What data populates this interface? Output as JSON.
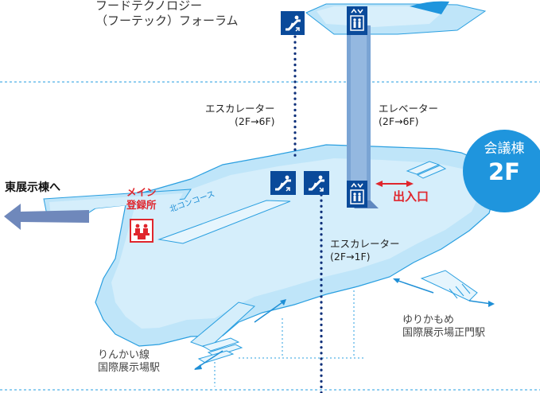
{
  "labels": {
    "venue_top": [
      "フードテクノロジー",
      "（フーテック）フォーラム"
    ],
    "escalator_up": [
      "エスカレーター",
      "(2F→6F)"
    ],
    "elevator": [
      "エレベーター",
      "(2F→6F)"
    ],
    "escalator_down": [
      "エスカレーター",
      "(2F→1F)"
    ],
    "east_hall": "東展示棟へ",
    "registration": [
      "メイン",
      "登録所"
    ],
    "entrance": "出入口",
    "north_concourse": "北コンコース",
    "yurikamome_station": [
      "ゆりかもめ",
      "国際展示場正門駅"
    ],
    "rinkai_station": [
      "りんかい線",
      "国際展示場駅"
    ]
  },
  "badge": {
    "building": "会議棟",
    "floor": "2F"
  },
  "colors": {
    "floor_fill": "#bfe5f9",
    "floor_stroke": "#2a9fe0",
    "accent_blue": "#1f8fd6",
    "dark_blue": "#0a4a9a",
    "elevator_shaft": "#7aa4d4",
    "arrow_gray_blue": "#6f88bb",
    "entrance_red": "#e0262d",
    "badge_blue": "#1f95dd",
    "dotted_line": "#0d2f7a"
  },
  "icons": [
    "escalator-icon",
    "elevator-icon",
    "registration-icon",
    "arrow-left-icon",
    "double-arrow-icon"
  ]
}
